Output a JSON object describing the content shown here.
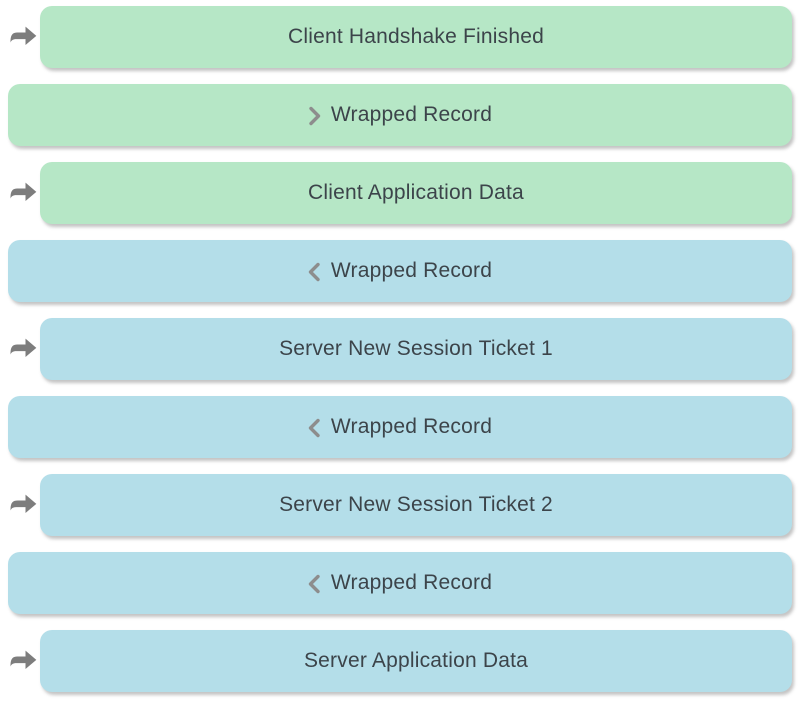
{
  "colors": {
    "client_fill": "#b6e7c6",
    "server_fill": "#b4dee9",
    "arrow_gray": "#7d7d7d",
    "chevron_gray": "#8d8d8d",
    "text_dark": "#3c444a",
    "page_background": "#ffffff"
  },
  "icons": {
    "row_marker": "right-arrow-icon",
    "wrapped_client": "chevron-right-icon",
    "wrapped_server": "chevron-left-icon"
  },
  "rows": [
    {
      "label": "Client Handshake Finished",
      "side": "client",
      "has_arrow": true,
      "chevron_direction": null
    },
    {
      "label": "Wrapped Record",
      "side": "client",
      "has_arrow": false,
      "chevron_direction": "right"
    },
    {
      "label": "Client Application Data",
      "side": "client",
      "has_arrow": true,
      "chevron_direction": null
    },
    {
      "label": "Wrapped Record",
      "side": "server",
      "has_arrow": false,
      "chevron_direction": "left"
    },
    {
      "label": "Server New Session Ticket 1",
      "side": "server",
      "has_arrow": true,
      "chevron_direction": null
    },
    {
      "label": "Wrapped Record",
      "side": "server",
      "has_arrow": false,
      "chevron_direction": "left"
    },
    {
      "label": "Server New Session Ticket 2",
      "side": "server",
      "has_arrow": true,
      "chevron_direction": null
    },
    {
      "label": "Wrapped Record",
      "side": "server",
      "has_arrow": false,
      "chevron_direction": "left"
    },
    {
      "label": "Server Application Data",
      "side": "server",
      "has_arrow": true,
      "chevron_direction": null
    }
  ]
}
